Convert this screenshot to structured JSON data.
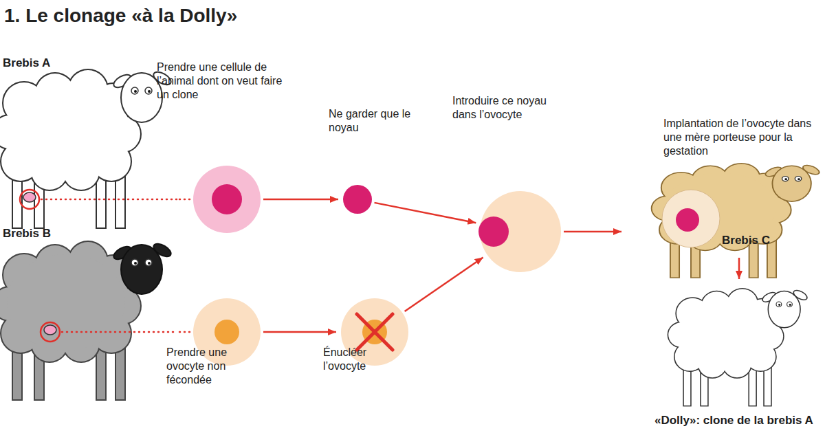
{
  "diagram": {
    "title": "1. Le clonage «à la Dolly»",
    "nodes": [
      {
        "text": [
          "Brebis A"
        ]
      },
      {
        "text": [
          "Prendre une cellule de l’animal dont on veut faire un clone"
        ]
      },
      {
        "text": [
          "Ne garder que le noyau"
        ]
      },
      {
        "text": [
          "Brebis B"
        ]
      },
      {
        "text": [
          "Prendre une ovocyte non fécondée"
        ]
      },
      {
        "text": [
          "Énucléer l’ovocyte"
        ]
      },
      {
        "text": [
          "Introduire ce noyau dans l’ovocyte"
        ]
      },
      {
        "text": [
          "Implantation de l’ovocyte dans une mère porteuse pour la gestation",
          "Brebis C"
        ]
      },
      {
        "text": [
          "«Dolly»: clone de la brebis A"
        ]
      }
    ],
    "edges": [
      {
        "from": 0,
        "to": 1,
        "arrow": "none"
      },
      {
        "from": 1,
        "to": 2,
        "arrow": "to"
      },
      {
        "from": 2,
        "to": 6,
        "arrow": "to"
      },
      {
        "from": 3,
        "to": 4,
        "arrow": "none"
      },
      {
        "from": 4,
        "to": 5,
        "arrow": "to"
      },
      {
        "from": 5,
        "to": 6,
        "arrow": "to"
      },
      {
        "from": 6,
        "to": 7,
        "arrow": "to"
      },
      {
        "from": 7,
        "to": 8,
        "arrow": "to"
      }
    ]
  }
}
